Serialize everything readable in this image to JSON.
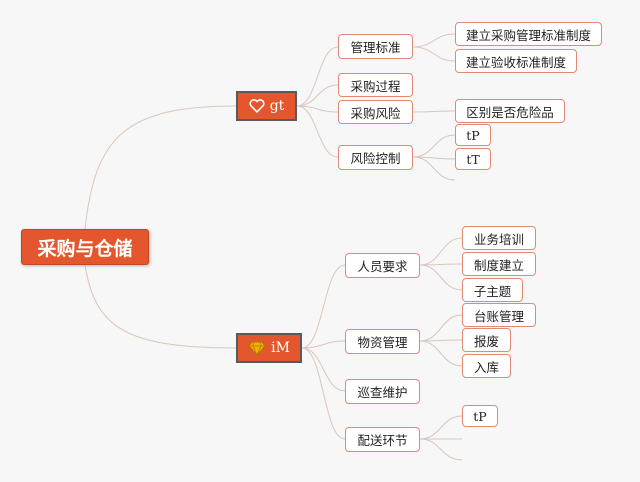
{
  "root": {
    "label": "采购与仓储"
  },
  "branches": [
    {
      "label": "gt",
      "icon": "heart-icon",
      "children": [
        {
          "label": "管理标准",
          "children": [
            "建立采购管理标准制度",
            "建立验收标准制度"
          ]
        },
        {
          "label": "采购过程",
          "children": []
        },
        {
          "label": "采购风险",
          "children": [
            "区别是否危险品"
          ]
        },
        {
          "label": "风险控制",
          "children": [
            "tP",
            "tT"
          ]
        }
      ]
    },
    {
      "label": "iM",
      "icon": "gem-icon",
      "children": [
        {
          "label": "人员要求",
          "children": [
            "业务培训",
            "制度建立",
            "子主题"
          ]
        },
        {
          "label": "物资管理",
          "children": [
            "台账管理",
            "报废",
            "入库"
          ]
        },
        {
          "label": "巡查维护",
          "children": []
        },
        {
          "label": "配送环节",
          "children": [
            "tP"
          ]
        }
      ]
    }
  ],
  "colors": {
    "accent": "#e4572e",
    "line": "#d9c6bc",
    "node_border": "#e08a73"
  }
}
